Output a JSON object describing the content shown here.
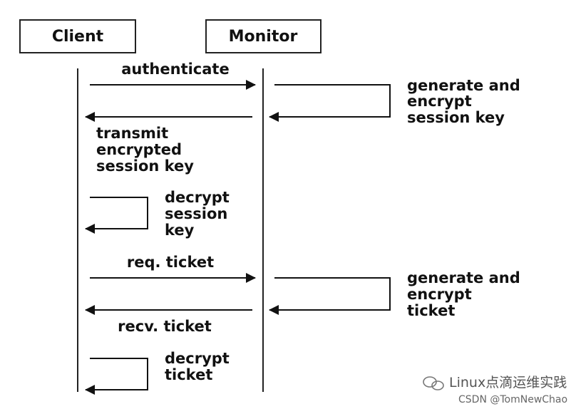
{
  "participants": {
    "client": "Client",
    "monitor": "Monitor"
  },
  "messages": {
    "authenticate": "authenticate",
    "req_ticket": "req. ticket",
    "recv_ticket": "recv. ticket"
  },
  "notes": {
    "transmit": [
      "transmit",
      "encrypted",
      "session key"
    ],
    "generate_key": [
      "generate and",
      "encrypt",
      "session key"
    ],
    "decrypt_key": [
      "decrypt",
      "session",
      "key"
    ],
    "generate_ticket": [
      "generate and",
      "encrypt",
      "ticket"
    ],
    "decrypt_ticket": [
      "decrypt",
      "ticket"
    ]
  },
  "watermark": {
    "line1": "Linux点滴运维实践",
    "line2": "CSDN @TomNewChao"
  }
}
